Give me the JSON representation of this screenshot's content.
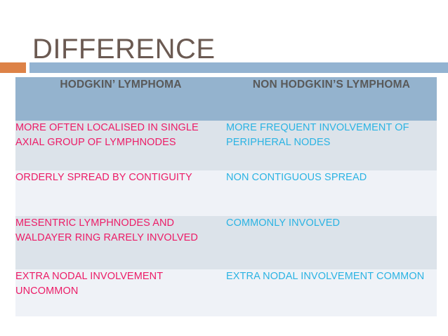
{
  "slide": {
    "title": "DIFFERENCE"
  },
  "decor": {
    "accent_square_color": "#DD8247",
    "accent_bar_color": "#93B3D1",
    "title_color": "#6B5A52"
  },
  "table": {
    "header_bg": "#94B3CE",
    "header_text_color": "#595959",
    "row_shade_dark": "#DCE3EA",
    "row_shade_light": "#EFF2F7",
    "left_text_color": "#EC1C67",
    "right_text_color": "#2BB3E3",
    "columns": [
      "HODGKIN’ LYMPHOMA",
      "NON HODGKIN’S LYMPHOMA"
    ],
    "rows": [
      {
        "left": "MORE OFTEN LOCALISED  IN SINGLE AXIAL GROUP OF LYMPHNODES",
        "right": "MORE FREQUENT INVOLVEMENT OF PERIPHERAL NODES"
      },
      {
        "left": "ORDERLY SPREAD BY CONTIGUITY",
        "right": "NON CONTIGUOUS SPREAD"
      },
      {
        "left": "MESENTRIC LYMPHNODES AND WALDAYER RING RARELY INVOLVED",
        "right": "COMMONLY INVOLVED"
      },
      {
        "left": "EXTRA NODAL INVOLVEMENT UNCOMMON",
        "right": "EXTRA NODAL INVOLVEMENT COMMON"
      }
    ]
  }
}
